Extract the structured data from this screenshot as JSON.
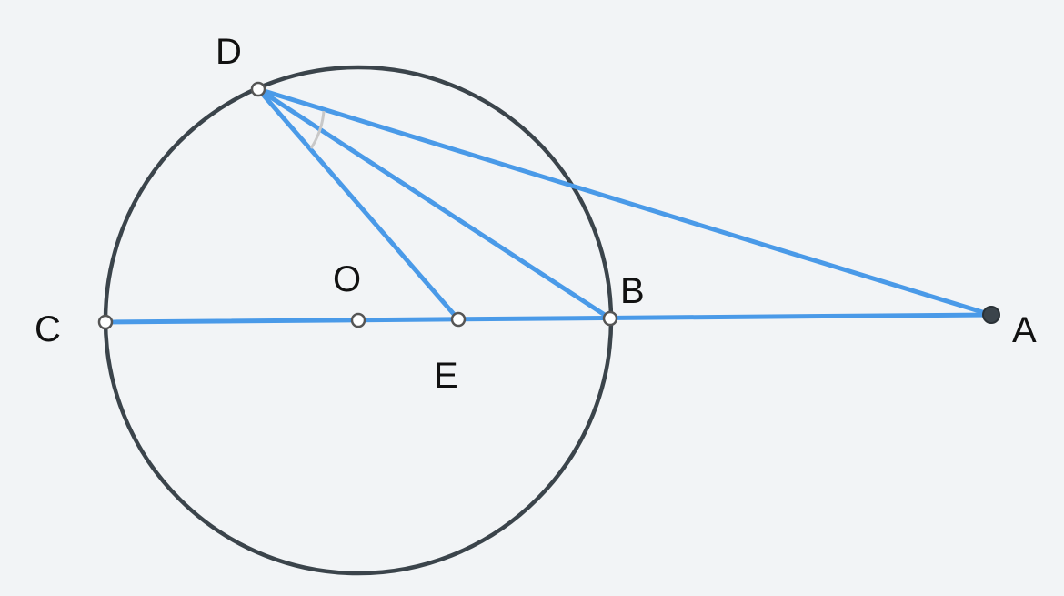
{
  "diagram": {
    "colors": {
      "background": "#f2f4f6",
      "circle": "#3b444b",
      "segment": "#4a9ae8",
      "open_point_stroke": "#555555",
      "open_point_fill": "#ffffff",
      "solid_point": "#3b444b",
      "angle_mark": "#c8c8c8"
    },
    "points": {
      "D": {
        "label": "D"
      },
      "O": {
        "label": "O"
      },
      "B": {
        "label": "B"
      },
      "C": {
        "label": "C"
      },
      "E": {
        "label": "E"
      },
      "A": {
        "label": "A"
      }
    }
  }
}
